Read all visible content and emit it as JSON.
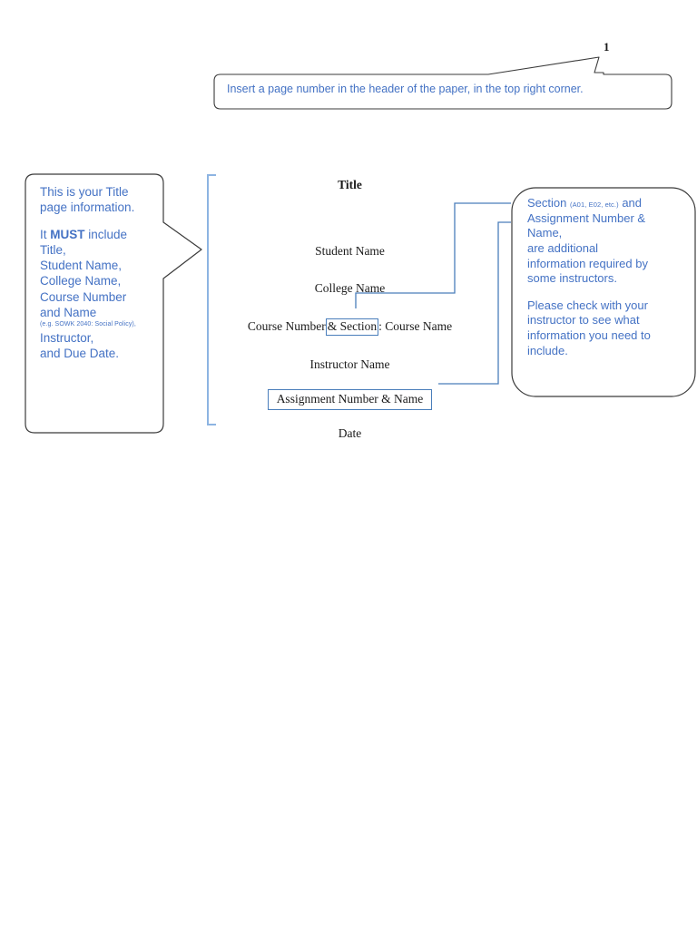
{
  "document": {
    "page_number": "1",
    "accent_blue": "#4472C4",
    "connector_blue": "#4A7EBB",
    "bracket_blue": "#8DB4E2",
    "callout_border": "#3b3b3b",
    "body_text_color": "#1a1a1a"
  },
  "header_callout": {
    "text": "Insert a page number in the header of the paper, in the top right corner."
  },
  "left_callout": {
    "lines": [
      {
        "type": "text",
        "text": "This is your Title"
      },
      {
        "type": "text",
        "text": "page information."
      },
      {
        "type": "spacer"
      },
      {
        "type": "rich",
        "pre": "It ",
        "bold": "MUST",
        "post": " include"
      },
      {
        "type": "text",
        "text": "Title,"
      },
      {
        "type": "text",
        "text": "Student Name,"
      },
      {
        "type": "text",
        "text": "College Name,"
      },
      {
        "type": "text",
        "text": "Course Number"
      },
      {
        "type": "text",
        "text": "and Name"
      },
      {
        "type": "tiny",
        "text": "(e.g. SOWK 2040: Social Policy),"
      },
      {
        "type": "text",
        "text": "Instructor,"
      },
      {
        "type": "text",
        "text": "and Due Date."
      }
    ]
  },
  "right_callout": {
    "lines": [
      {
        "type": "rich_tiny",
        "pre": "Section ",
        "tiny": "(A01, E02, etc.)",
        "post": " and"
      },
      {
        "type": "text",
        "text": "Assignment Number &"
      },
      {
        "type": "text",
        "text": "Name,"
      },
      {
        "type": "text",
        "text": "are additional"
      },
      {
        "type": "text",
        "text": "information required by"
      },
      {
        "type": "text",
        "text": "some instructors."
      },
      {
        "type": "spacer"
      },
      {
        "type": "text",
        "text": "Please check with your"
      },
      {
        "type": "text",
        "text": "instructor to see what"
      },
      {
        "type": "text",
        "text": "information you need to"
      },
      {
        "type": "text",
        "text": "include."
      }
    ]
  },
  "title_page": {
    "title": "Title",
    "student_name": "Student Name",
    "college_name": "College Name",
    "course_prefix": "Course Number",
    "course_section_boxed": "& Section",
    "course_suffix": ": Course Name",
    "instructor_name": "Instructor Name",
    "assignment_boxed": "Assignment Number & Name",
    "date": "Date"
  }
}
